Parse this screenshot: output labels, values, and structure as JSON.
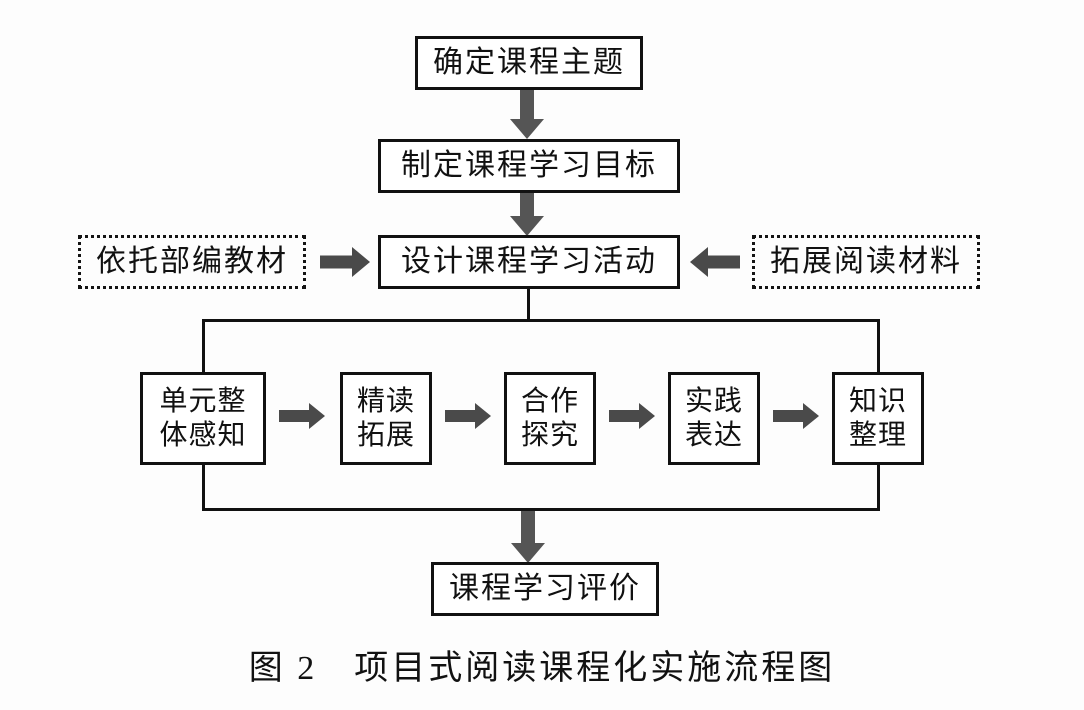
{
  "figure": {
    "caption": "图 2　项目式阅读课程化实施流程图",
    "background_color": "#fdfdfd",
    "line_color": "#111111",
    "arrow_color": "#555555"
  },
  "nodes": {
    "topic": {
      "label": "确定课程主题",
      "type": "solid-box"
    },
    "goals": {
      "label": "制定课程学习目标",
      "type": "solid-box"
    },
    "activity": {
      "label": "设计课程学习活动",
      "type": "solid-box"
    },
    "textbook": {
      "label": "依托部编教材",
      "type": "dotted-box"
    },
    "reading": {
      "label": "拓展阅读材料",
      "type": "dotted-box"
    },
    "evaluation": {
      "label": "课程学习评价",
      "type": "solid-box"
    }
  },
  "stages": [
    {
      "id": "stage-1",
      "label": "单元整\n体感知",
      "type": "solid-box"
    },
    {
      "id": "stage-2",
      "label": "精读\n拓展",
      "type": "solid-box"
    },
    {
      "id": "stage-3",
      "label": "合作\n探究",
      "type": "solid-box"
    },
    {
      "id": "stage-4",
      "label": "实践\n表达",
      "type": "solid-box"
    },
    {
      "id": "stage-5",
      "label": "知识\n整理",
      "type": "solid-box"
    }
  ],
  "connectors": [
    {
      "id": "topic-to-goals",
      "kind": "arrow-down"
    },
    {
      "id": "goals-to-activity",
      "kind": "arrow-down"
    },
    {
      "id": "textbook-to-activity",
      "kind": "arrow-right"
    },
    {
      "id": "reading-to-activity",
      "kind": "arrow-left"
    },
    {
      "id": "activity-to-stages",
      "kind": "bracket-down"
    },
    {
      "id": "stage-1-to-2",
      "kind": "arrow-right"
    },
    {
      "id": "stage-2-to-3",
      "kind": "arrow-right"
    },
    {
      "id": "stage-3-to-4",
      "kind": "arrow-right"
    },
    {
      "id": "stage-4-to-5",
      "kind": "arrow-right"
    },
    {
      "id": "stages-to-evaluation",
      "kind": "bracket-up-arrow-down"
    }
  ]
}
